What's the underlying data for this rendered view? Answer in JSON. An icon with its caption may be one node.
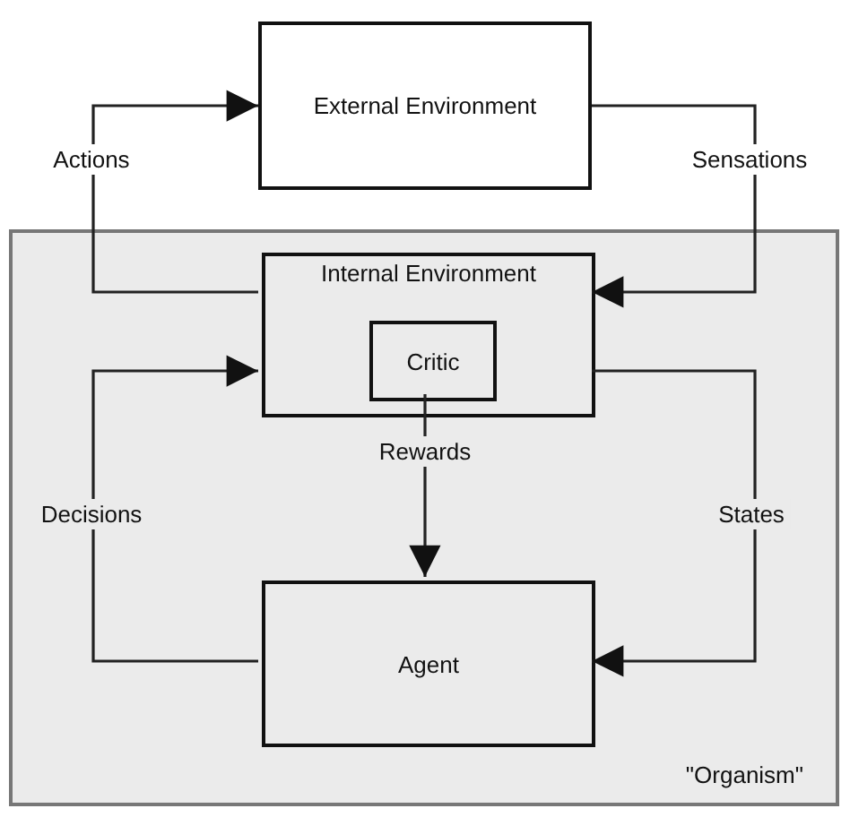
{
  "diagram": {
    "nodes": [
      {
        "text": [
          "External Environment"
        ]
      },
      {
        "text": [
          "\"Organism\""
        ]
      },
      {
        "text": [
          "Internal Environment"
        ],
        "in": 1
      },
      {
        "text": [
          "Critic"
        ],
        "in": 2
      },
      {
        "text": [
          "Agent"
        ],
        "in": 1
      }
    ],
    "edges": [
      {
        "from": 2,
        "to": 0,
        "arrow": "to",
        "label": "Actions"
      },
      {
        "from": 0,
        "to": 2,
        "arrow": "to",
        "label": "Sensations"
      },
      {
        "from": 3,
        "to": 4,
        "arrow": "to",
        "label": "Rewards"
      },
      {
        "from": 4,
        "to": 2,
        "arrow": "to",
        "label": "Decisions"
      },
      {
        "from": 2,
        "to": 4,
        "arrow": "to",
        "label": "States"
      }
    ]
  }
}
